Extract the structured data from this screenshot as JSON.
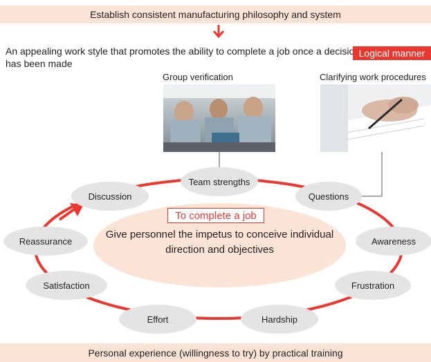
{
  "top_band": "Establish consistent manufacturing philosophy and system",
  "intro_text": "An appealing work style that promotes the ability to complete a job once a decision has been made",
  "tag_label": "Logical manner",
  "photos": [
    {
      "label": "Group verification"
    },
    {
      "label": "Clarifying work procedures"
    }
  ],
  "cycle_nodes": [
    "Team strengths",
    "Questions",
    "Awareness",
    "Frustration",
    "Hardship",
    "Effort",
    "Satisfaction",
    "Reassurance",
    "Discussion"
  ],
  "center": {
    "tag": "To complete a job",
    "text": "Give personnel the impetus to conceive individual direction and objectives"
  },
  "bottom_band": "Personal experience (willingness to try) by practical training",
  "colors": {
    "accent": "#e8382f",
    "band": "#fbe3d6",
    "bubble": "#e4e4e4"
  }
}
